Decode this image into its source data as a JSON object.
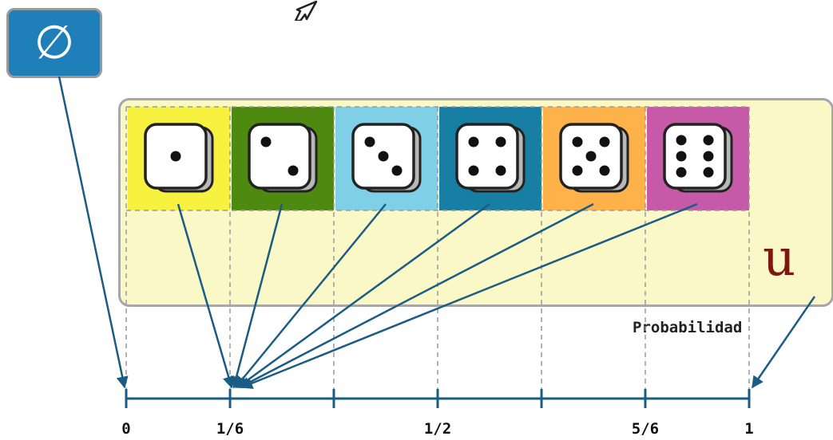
{
  "empty_set_button": {
    "symbol": "∅",
    "color": "#1f7fb8"
  },
  "universe": {
    "label": "u",
    "panel_color": "#fbf8c8"
  },
  "dice": [
    {
      "face": 1,
      "bg": "#f7f23f"
    },
    {
      "face": 2,
      "bg": "#4f8a10"
    },
    {
      "face": 3,
      "bg": "#7fd0e6"
    },
    {
      "face": 4,
      "bg": "#167fa3"
    },
    {
      "face": 5,
      "bg": "#ffb24a"
    },
    {
      "face": 6,
      "bg": "#c75aa8"
    }
  ],
  "axis": {
    "title": "Probabilidad",
    "ticks": [
      {
        "value": 0,
        "label": "0"
      },
      {
        "value": 0.1667,
        "label": "1/6"
      },
      {
        "value": 0.3333,
        "label": ""
      },
      {
        "value": 0.5,
        "label": "1/2"
      },
      {
        "value": 0.6667,
        "label": ""
      },
      {
        "value": 0.8333,
        "label": "5/6"
      },
      {
        "value": 1,
        "label": "1"
      }
    ],
    "line_color": "#1a5c83"
  },
  "arrows": {
    "color": "#1a5c83",
    "dice_target": 0.1667
  }
}
